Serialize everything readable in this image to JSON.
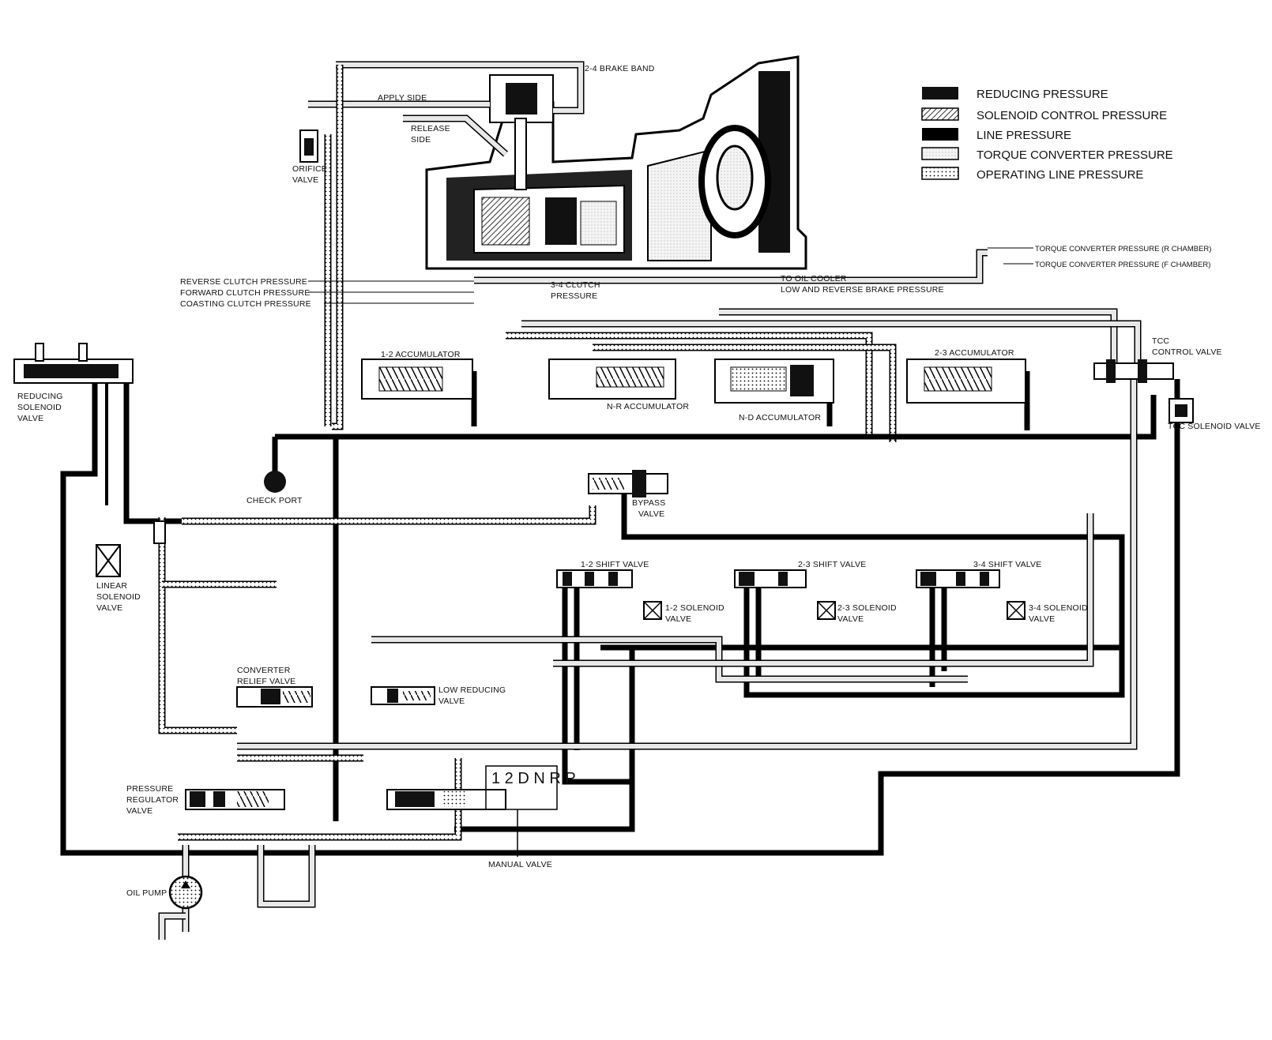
{
  "legend": {
    "items": [
      {
        "key": "reducing",
        "label": "REDUCING PRESSURE"
      },
      {
        "key": "solenoid",
        "label": "SOLENOID CONTROL PRESSURE"
      },
      {
        "key": "line",
        "label": "LINE PRESSURE"
      },
      {
        "key": "torque",
        "label": "TORQUE CONVERTER PRESSURE"
      },
      {
        "key": "operating",
        "label": "OPERATING LINE PRESSURE"
      }
    ]
  },
  "labels": {
    "brake_band": "2-4 BRAKE BAND",
    "apply_side": "APPLY SIDE",
    "release_1": "RELEASE",
    "release_2": "SIDE",
    "orifice_1": "ORIFICE",
    "orifice_2": "VALVE",
    "reverse_clutch": "REVERSE CLUTCH PRESSURE",
    "forward_clutch": "FORWARD CLUTCH PRESSURE",
    "coasting_clutch": "COASTING CLUTCH PRESSURE",
    "clutch34_1": "3-4 CLUTCH",
    "clutch34_2": "PRESSURE",
    "oil_cooler": "TO OIL COOLER",
    "low_reverse": "LOW AND REVERSE BRAKE PRESSURE",
    "tc_r": "TORQUE CONVERTER PRESSURE (R CHAMBER)",
    "tc_f": "TORQUE CONVERTER PRESSURE (F CHAMBER)",
    "tcc_control_1": "TCC",
    "tcc_control_2": "CONTROL VALVE",
    "tcc_solenoid": "TCC SOLENOID VALVE",
    "reducing_sol_1": "REDUCING",
    "reducing_sol_2": "SOLENOID",
    "reducing_sol_3": "VALVE",
    "acc12": "1-2 ACCUMULATOR",
    "acc_nr": "N-R ACCUMULATOR",
    "acc_nd": "N-D ACCUMULATOR",
    "acc23": "2-3 ACCUMULATOR",
    "check_port": "CHECK PORT",
    "bypass_1": "BYPASS",
    "bypass_2": "VALVE",
    "linear_1": "LINEAR",
    "linear_2": "SOLENOID",
    "linear_3": "VALVE",
    "shift12": "1-2 SHIFT VALVE",
    "shift23": "2-3 SHIFT VALVE",
    "shift34": "3-4 SHIFT VALVE",
    "sol12_1": "1-2 SOLENOID",
    "sol12_2": "VALVE",
    "sol23_1": "2-3 SOLENOID",
    "sol23_2": "VALVE",
    "sol34_1": "3-4 SOLENOID",
    "sol34_2": "VALVE",
    "converter_relief_1": "CONVERTER",
    "converter_relief_2": "RELIEF VALVE",
    "low_reducing_1": "LOW REDUCING",
    "low_reducing_2": "VALVE",
    "pressure_reg_1": "PRESSURE",
    "pressure_reg_2": "REGULATOR",
    "pressure_reg_3": "VALVE",
    "manual_valve": "MANUAL VALVE",
    "gear_selector": "1 2 D N R P",
    "oil_pump": "OIL PUMP"
  }
}
